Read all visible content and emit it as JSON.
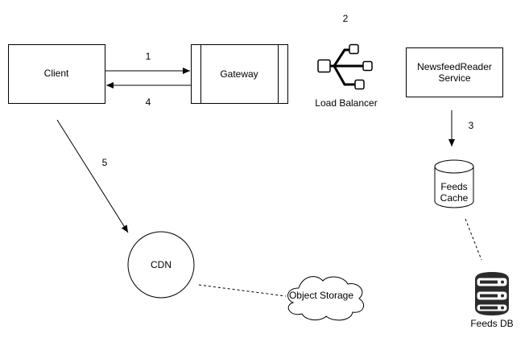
{
  "nodes": {
    "client": "Client",
    "gateway": "Gateway",
    "load_balancer": "Load Balancer",
    "newsfeed_reader_line1": "NewsfeedReader",
    "newsfeed_reader_line2": "Service",
    "feeds_cache_line1": "Feeds",
    "feeds_cache_line2": "Cache",
    "cdn": "CDN",
    "object_storage": "Object Storage",
    "feeds_db": "Feeds DB"
  },
  "edges": {
    "client_to_gateway": "1",
    "load_balancer_step": "2",
    "reader_to_cache": "3",
    "gateway_to_client": "4",
    "client_to_cdn": "5"
  },
  "colors": {
    "stroke": "#000000",
    "db_fill": "#2b2b2b",
    "fill": "#ffffff"
  }
}
